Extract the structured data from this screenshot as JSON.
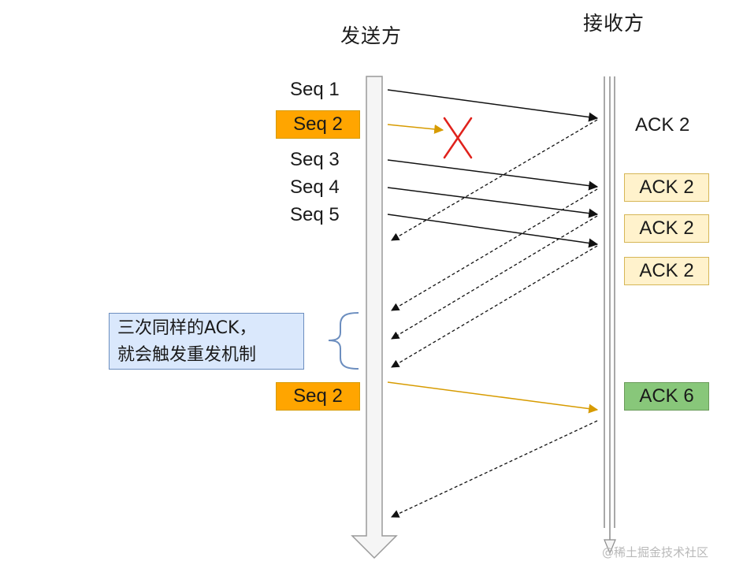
{
  "sender": {
    "title": "发送方"
  },
  "receiver": {
    "title": "接收方"
  },
  "sender_labels": [
    "Seq 1",
    "Seq 2",
    "Seq 3",
    "Seq 4",
    "Seq 5"
  ],
  "receiver_labels": [
    "ACK 2",
    "ACK 2",
    "ACK 2",
    "ACK 2"
  ],
  "retransmit": {
    "label": "Seq 2"
  },
  "final_ack": {
    "label": "ACK 6"
  },
  "note": {
    "line1": "三次同样的ACK，",
    "line2": "就会触发重发机制"
  },
  "watermark": "@稀土掘金技术社区",
  "colors": {
    "lost_packet": "#ffa500",
    "dup_ack": "#fff2cc",
    "final_ack": "#88c77a",
    "note_fill": "#dae8fc",
    "retransmit_arrow": "#d79b00",
    "loss_mark": "#e0221c"
  },
  "icons": {
    "loss_mark": "red-x-icon",
    "timeline_arrow": "down-arrow-icon"
  }
}
